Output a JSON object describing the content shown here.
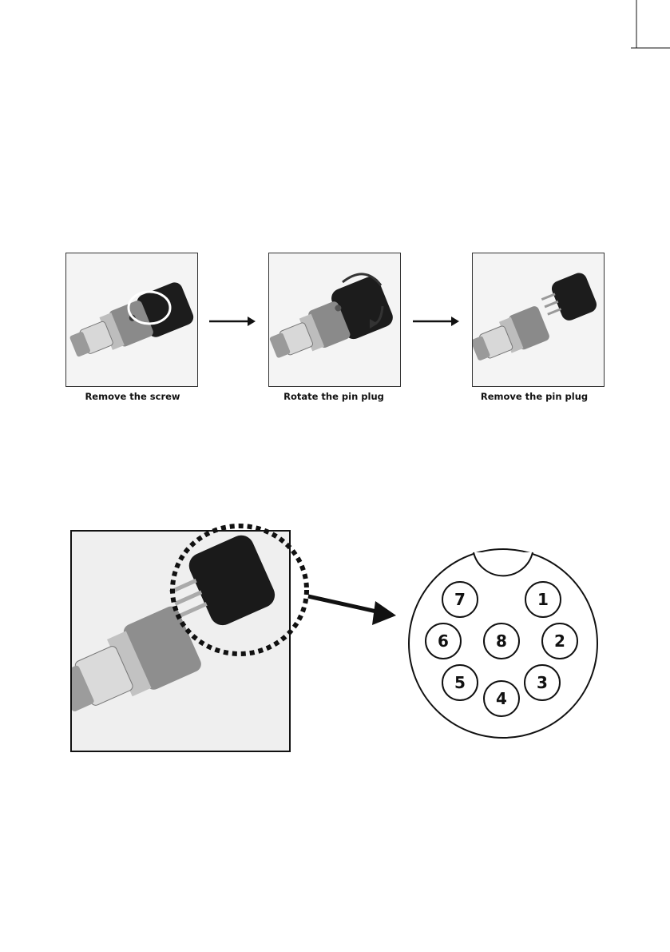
{
  "steps": [
    {
      "caption": "Remove the screw"
    },
    {
      "caption": "Rotate the pin plug"
    },
    {
      "caption": "Remove the pin plug"
    }
  ],
  "pin_diagram": {
    "pins": [
      "1",
      "2",
      "3",
      "4",
      "5",
      "6",
      "7",
      "8"
    ]
  },
  "icons": {
    "step_arrow": "arrow-right-icon",
    "zoom_arrow": "arrow-right-icon"
  },
  "colors": {
    "ink": "#111111",
    "photo_bg": "#f4f4f4"
  }
}
